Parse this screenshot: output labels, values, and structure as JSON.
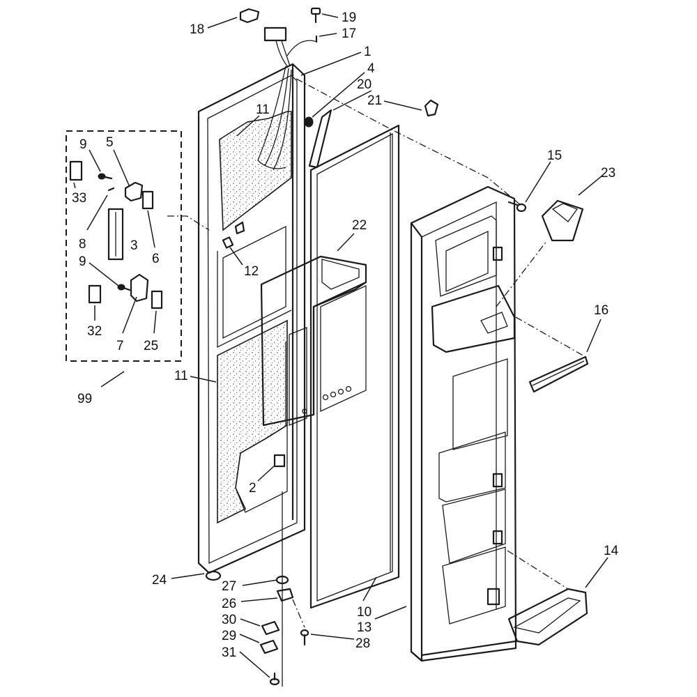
{
  "callouts": [
    {
      "id": "l18",
      "text": "18"
    },
    {
      "id": "l19",
      "text": "19"
    },
    {
      "id": "l17",
      "text": "17"
    },
    {
      "id": "l1",
      "text": "1"
    },
    {
      "id": "l4",
      "text": "4"
    },
    {
      "id": "l20",
      "text": "20"
    },
    {
      "id": "l21",
      "text": "21"
    },
    {
      "id": "l11a",
      "text": "11"
    },
    {
      "id": "l9a",
      "text": "9"
    },
    {
      "id": "l5",
      "text": "5"
    },
    {
      "id": "l33",
      "text": "33"
    },
    {
      "id": "l8",
      "text": "8"
    },
    {
      "id": "l3",
      "text": "3"
    },
    {
      "id": "l6",
      "text": "6"
    },
    {
      "id": "l9b",
      "text": "9"
    },
    {
      "id": "l32",
      "text": "32"
    },
    {
      "id": "l7",
      "text": "7"
    },
    {
      "id": "l25",
      "text": "25"
    },
    {
      "id": "l99",
      "text": "99"
    },
    {
      "id": "l12",
      "text": "12"
    },
    {
      "id": "l22",
      "text": "22"
    },
    {
      "id": "l15",
      "text": "15"
    },
    {
      "id": "l23",
      "text": "23"
    },
    {
      "id": "l16",
      "text": "16"
    },
    {
      "id": "l11b",
      "text": "11"
    },
    {
      "id": "l2",
      "text": "2"
    },
    {
      "id": "l14",
      "text": "14"
    },
    {
      "id": "l24",
      "text": "24"
    },
    {
      "id": "l27",
      "text": "27"
    },
    {
      "id": "l26",
      "text": "26"
    },
    {
      "id": "l30",
      "text": "30"
    },
    {
      "id": "l29",
      "text": "29"
    },
    {
      "id": "l31",
      "text": "31"
    },
    {
      "id": "l28",
      "text": "28"
    },
    {
      "id": "l10",
      "text": "10"
    },
    {
      "id": "l13",
      "text": "13"
    }
  ]
}
